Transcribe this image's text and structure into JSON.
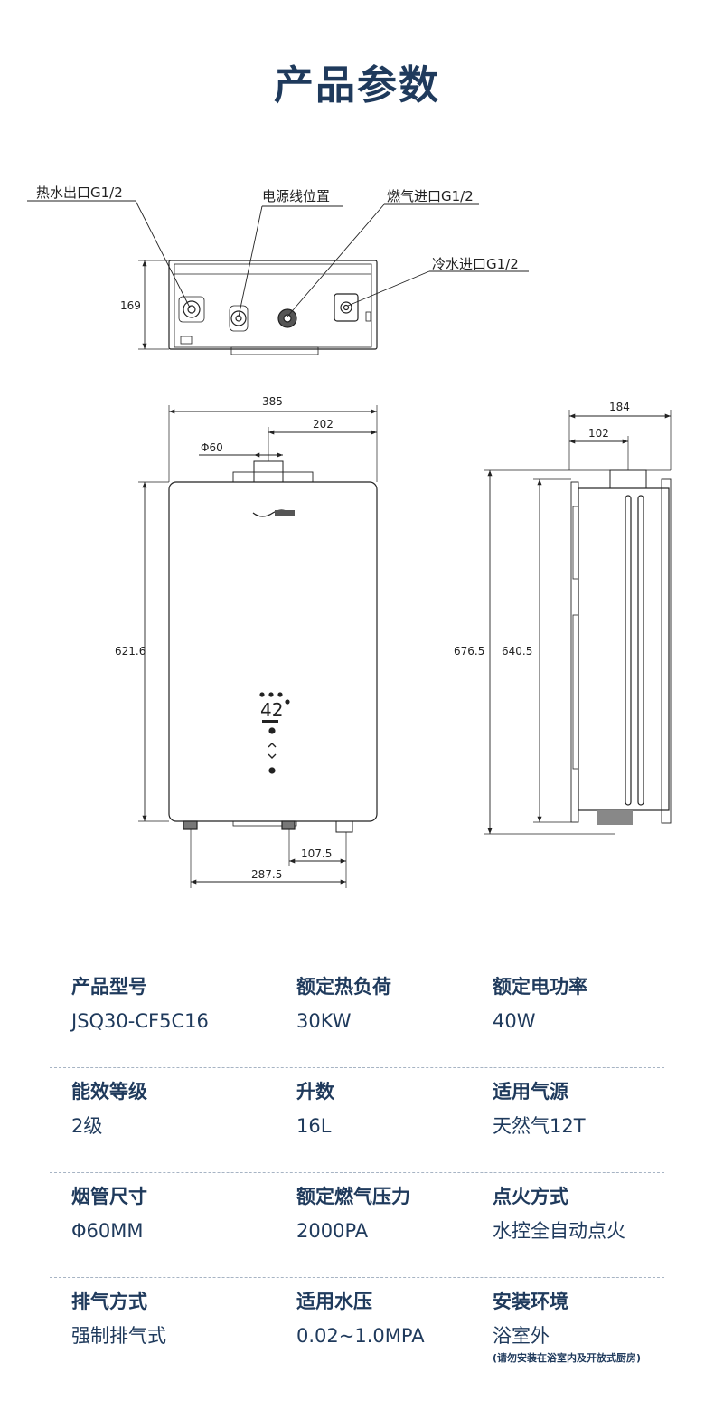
{
  "page_title": "产品参数",
  "top_view": {
    "labels": {
      "hot_water_outlet": "热水出口G1/2",
      "power_cord_position": "电源线位置",
      "gas_inlet": "燃气进口G1/2",
      "cold_water_inlet": "冷水进口G1/2"
    },
    "height_dim": "169"
  },
  "front_view": {
    "width_dim": "385",
    "offset_dim": "202",
    "flue_dim": "Φ60",
    "height_dim": "621.6",
    "bottom_dim_1": "107.5",
    "bottom_dim_2": "287.5",
    "display_reading": "42"
  },
  "side_view": {
    "depth_dim": "184",
    "flue_offset_dim": "102",
    "total_height_dim": "676.5",
    "body_height_dim": "640.5"
  },
  "specs": [
    [
      {
        "label": "产品型号",
        "value": "JSQ30-CF5C16"
      },
      {
        "label": "额定热负荷",
        "value": "30KW"
      },
      {
        "label": "额定电功率",
        "value": "40W"
      }
    ],
    [
      {
        "label": "能效等级",
        "value": "2级"
      },
      {
        "label": "升数",
        "value": "16L"
      },
      {
        "label": "适用气源",
        "value": "天然气12T"
      }
    ],
    [
      {
        "label": "烟管尺寸",
        "value": "Φ60MM"
      },
      {
        "label": "额定燃气压力",
        "value": "2000PA"
      },
      {
        "label": "点火方式",
        "value": "水控全自动点火"
      }
    ],
    [
      {
        "label": "排气方式",
        "value": "强制排气式"
      },
      {
        "label": "适用水压",
        "value": "0.02~1.0MPA"
      },
      {
        "label": "安装环境",
        "value": "浴室外",
        "note": "(请勿安装在浴室内及开放式厨房)"
      }
    ]
  ]
}
